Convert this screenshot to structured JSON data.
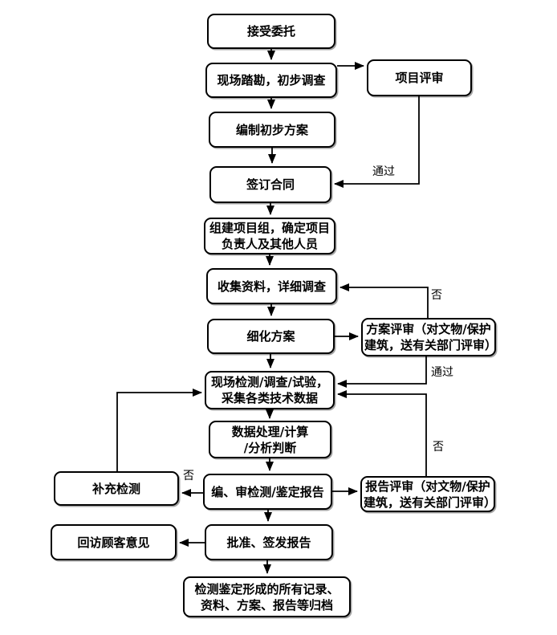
{
  "flowchart": {
    "nodes": [
      {
        "id": "accept",
        "label": "接受委托"
      },
      {
        "id": "survey",
        "label": "现场踏勘，初步调查"
      },
      {
        "id": "project-review",
        "label": "项目评审"
      },
      {
        "id": "draft-plan",
        "label": "编制初步方案"
      },
      {
        "id": "sign-contract",
        "label": "签订合同"
      },
      {
        "id": "team",
        "label": "组建项目组，确定项目\n负责人及其他人员"
      },
      {
        "id": "collect",
        "label": "收集资料，详细调查"
      },
      {
        "id": "refine-plan",
        "label": "细化方案"
      },
      {
        "id": "plan-review",
        "label": "方案评审（对文物/保护\n建筑，送有关部门评审）"
      },
      {
        "id": "field-test",
        "label": "现场检测/调查/试验，\n采集各类技术数据"
      },
      {
        "id": "data-process",
        "label": "数据处理/计算\n/分析判断"
      },
      {
        "id": "supplement",
        "label": "补充检测"
      },
      {
        "id": "report-edit",
        "label": "编、审检测/鉴定报告"
      },
      {
        "id": "report-review",
        "label": "报告评审（对文物/保护\n建筑，送有关部门评审）"
      },
      {
        "id": "customer-feedback",
        "label": "回访顾客意见"
      },
      {
        "id": "approve",
        "label": "批准、签发报告"
      },
      {
        "id": "archive",
        "label": "检测鉴定形成的所有记录、\n资料、方案、报告等归档"
      }
    ],
    "edge_labels": {
      "project_review_pass": "通过",
      "plan_review_no": "否",
      "plan_review_pass": "通过",
      "report_review_no": "否",
      "report_edit_no": "否"
    },
    "colors": {
      "line": "#000000",
      "box_fill": "#ffffff",
      "text": "#000000"
    }
  }
}
